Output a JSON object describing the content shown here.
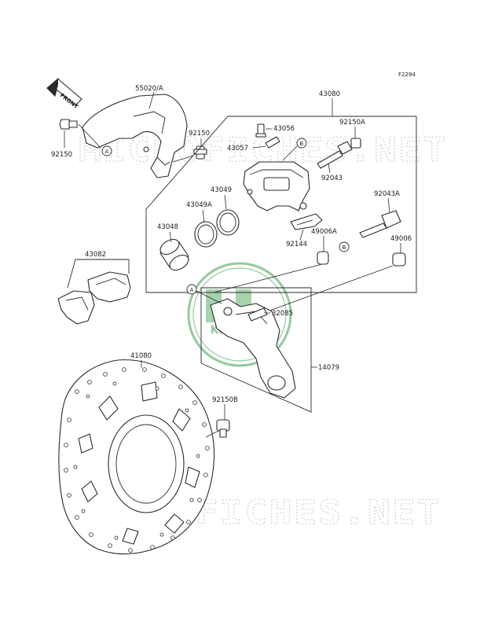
{
  "figure_code": "F2294",
  "front_label": "FRONT",
  "watermark": {
    "text": "MICROFICHES.NET",
    "brand": "Kawasaki",
    "color": "#cfcfcf",
    "brand_color": "#3f9e4f"
  },
  "ref_markers": {
    "a": "A",
    "b": "B"
  },
  "parts": {
    "p55020a": "55020/A",
    "p92150": "92150",
    "p92150_2": "92150",
    "p43080": "43080",
    "p43056": "43056",
    "p43057": "43057",
    "p92150a": "92150A",
    "p92043": "92043",
    "p92043a": "92043A",
    "p43049": "43049",
    "p43049a": "43049A",
    "p43048": "43048",
    "p49006a": "49006A",
    "p92144": "92144",
    "p49006": "49006",
    "p43082": "43082",
    "p32085": "32085",
    "p14079": "14079",
    "p41080": "41080",
    "p92150b": "92150B"
  },
  "colors": {
    "ink": "#2a2a2a",
    "background": "#ffffff"
  }
}
